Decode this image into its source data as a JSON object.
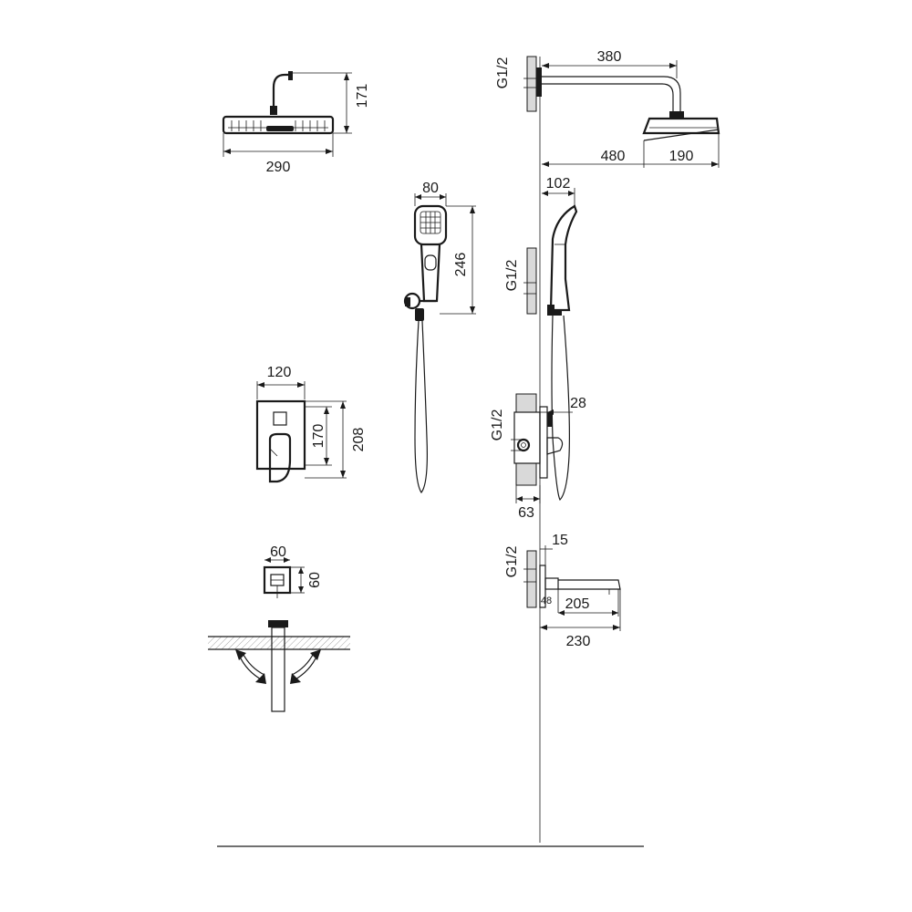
{
  "overhead_shower_front": {
    "width": "290",
    "height": "171"
  },
  "overhead_shower_side": {
    "thread": "G1/2",
    "arm_length": "380",
    "projection": "480",
    "head_size": "190"
  },
  "hand_shower_front": {
    "width": "80",
    "length": "246"
  },
  "hand_shower_side": {
    "thread": "G1/2",
    "projection": "102"
  },
  "mixer_plate": {
    "width": "120",
    "inner_height": "170",
    "height": "208"
  },
  "mixer_body_side": {
    "thread": "G1/2",
    "depth": "28",
    "body_depth": "63"
  },
  "spout_plate": {
    "width": "60",
    "height": "60"
  },
  "spout_side": {
    "thread": "G1/2",
    "plate_depth": "15",
    "base": "48",
    "reach": "205",
    "total": "230"
  }
}
